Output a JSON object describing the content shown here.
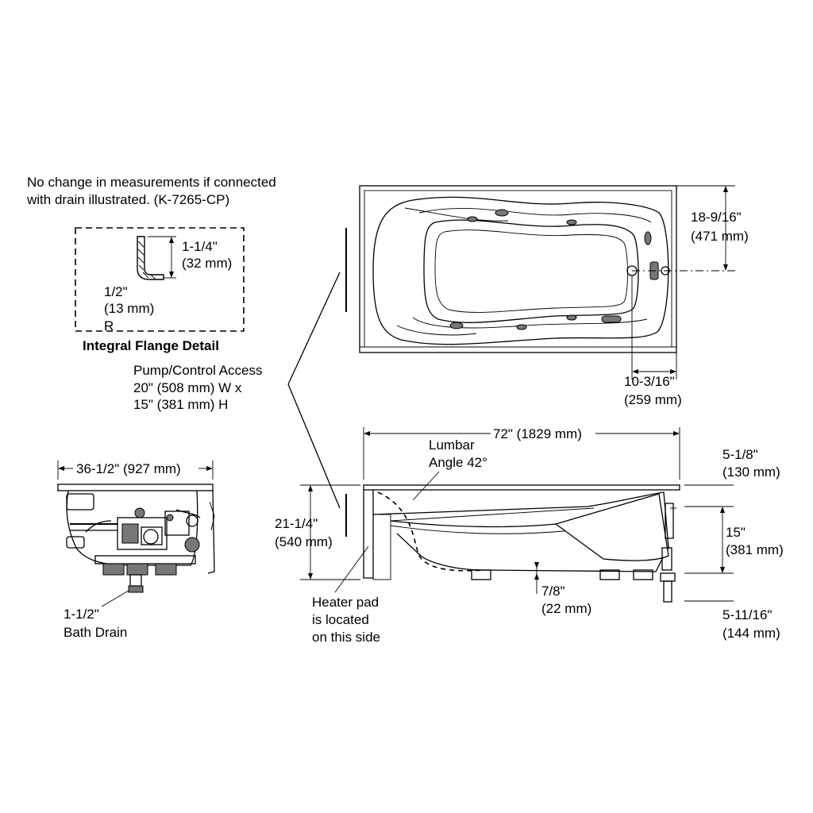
{
  "notes": {
    "measurement_note_line1": "No change in measurements if connected",
    "measurement_note_line2": "with drain illustrated. (K-7265-CP)"
  },
  "flange_detail": {
    "title": "Integral Flange Detail",
    "height_in": "1-1/4\"",
    "height_mm": "(32 mm)",
    "width_in": "1/2\"",
    "width_mm": "(13 mm)",
    "radius_mark": "R"
  },
  "pump_access": {
    "line1": "Pump/Control Access",
    "line2": "20\" (508 mm) W x",
    "line3": "15\" (381 mm) H"
  },
  "plan_view": {
    "drain_offset_in": "18-9/16\"",
    "drain_offset_mm": "(471 mm)",
    "drain_from_end_in": "10-3/16\"",
    "drain_from_end_mm": "(259 mm)"
  },
  "side_view": {
    "length": "72\" (1829 mm)",
    "lumbar_line1": "Lumbar",
    "lumbar_line2": "Angle 42°",
    "height_in": "21-1/4\"",
    "height_mm": "(540 mm)",
    "rim_in": "5-1/8\"",
    "rim_mm": "(130 mm)",
    "depth_in": "15\"",
    "depth_mm": "(381 mm)",
    "foot_in": "7/8\"",
    "foot_mm": "(22 mm)",
    "drain_drop_in": "5-11/16\"",
    "drain_drop_mm": "(144 mm)",
    "heater_line1": "Heater pad",
    "heater_line2": "is located",
    "heater_line3": "on this side"
  },
  "end_view": {
    "width": "36-1/2\" (927 mm)",
    "drain_line1": "1-1/2\"",
    "drain_line2": "Bath Drain"
  }
}
